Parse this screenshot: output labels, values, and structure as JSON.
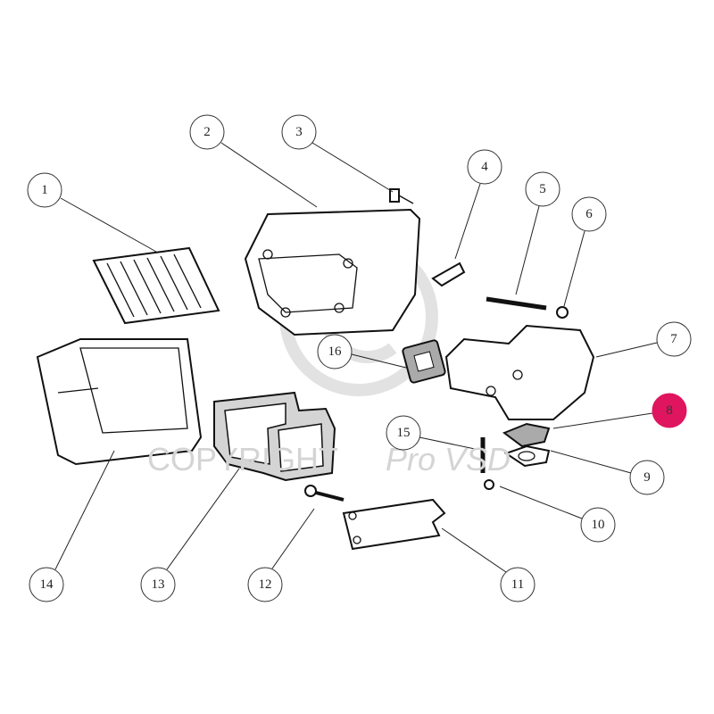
{
  "diagram": {
    "watermark": {
      "text": "COPYRIGHT",
      "brand": "Pro VSD"
    },
    "highlight_color": "#e0155f",
    "callouts": [
      {
        "label": "1",
        "part": "air-filter-element"
      },
      {
        "label": "2",
        "part": "air-cleaner-housing"
      },
      {
        "label": "3",
        "part": "bolt"
      },
      {
        "label": "4",
        "part": "clip"
      },
      {
        "label": "5",
        "part": "long-stud"
      },
      {
        "label": "6",
        "part": "nut"
      },
      {
        "label": "7",
        "part": "manifold-elbow"
      },
      {
        "label": "8",
        "part": "flange-gasket",
        "highlighted": true
      },
      {
        "label": "9",
        "part": "flange-gasket-lower"
      },
      {
        "label": "10",
        "part": "nut-small"
      },
      {
        "label": "11",
        "part": "cover-plate"
      },
      {
        "label": "12",
        "part": "screw"
      },
      {
        "label": "13",
        "part": "housing-gasket"
      },
      {
        "label": "14",
        "part": "air-cleaner-cover"
      },
      {
        "label": "15",
        "part": "stud"
      },
      {
        "label": "16",
        "part": "elbow-gasket"
      }
    ]
  }
}
